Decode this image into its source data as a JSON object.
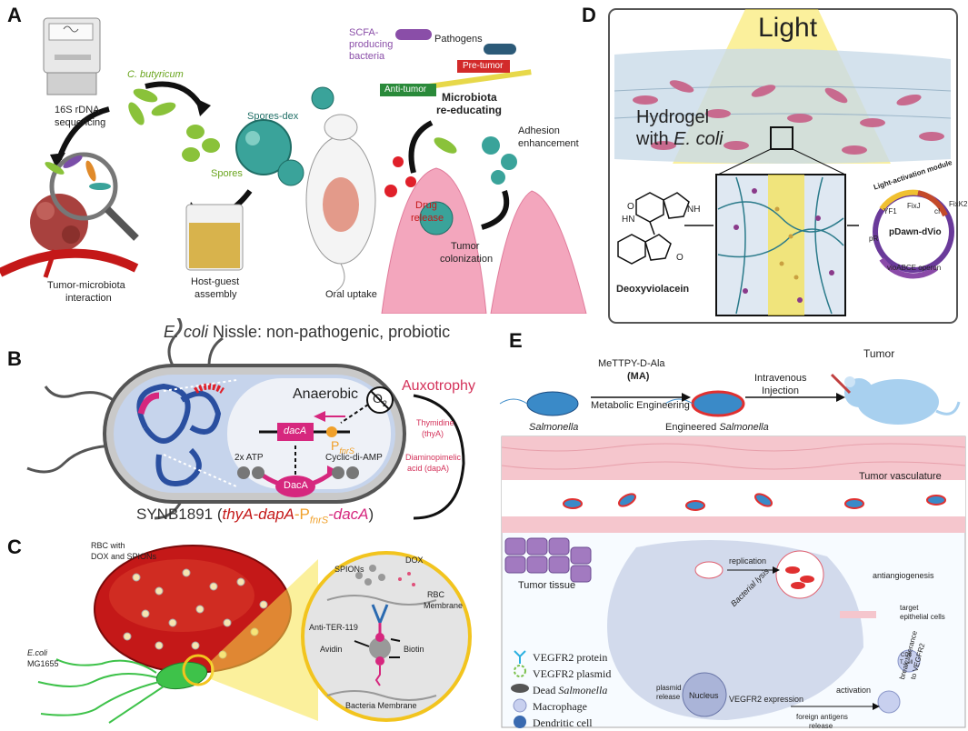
{
  "panels": {
    "A": {
      "label": "A",
      "texts": {
        "c_butyricum": "C. butyricum",
        "sequencing_1": "16S rDNA",
        "sequencing_2": "sequencing",
        "spores_dex": "Spores-dex",
        "spores": "Spores",
        "tumor_microbiota_1": "Tumor-microbiota",
        "tumor_microbiota_2": "interaction",
        "host_guest_1": "Host-guest",
        "host_guest_2": "assembly",
        "scfa_1": "SCFA-",
        "scfa_2": "producing",
        "scfa_3": "bacteria",
        "pathogens": "Pathogens",
        "pre_tumor": "Pre-tumor",
        "anti_tumor": "Anti-tumor",
        "microbiota_1": "Microbiota",
        "microbiota_2": "re-educating",
        "adhesion_1": "Adhesion",
        "adhesion_2": "enhancement",
        "drug_1": "Drug",
        "drug_2": "release",
        "tumor_col_1": "Tumor",
        "tumor_col_2": "colonization",
        "oral_uptake": "Oral uptake"
      }
    },
    "B": {
      "label": "B",
      "title_italic": "E. coli",
      "title_rest": " Nissle: non-pathogenic, probiotic",
      "anaerobic": "Anaerobic",
      "o2": "O",
      "o2_sub": "2",
      "auxotrophy": "Auxotrophy",
      "thymidine_1": "Thymidine",
      "thymidine_2": "(thyA)",
      "diamino_1": "Diaminopimelic",
      "diamino_2": "acid (dapA)",
      "daca_gene": "dacA",
      "promoter": "P",
      "promoter_sub": "fnrS",
      "atp": "2x ATP",
      "cyclic": "Cyclic-di-AMP",
      "daca_protein": "DacA",
      "strain_plain": "SYNB1891 (",
      "strain_part1": "thyA-dapA",
      "strain_part2": "-P",
      "strain_sub": "fnrS",
      "strain_part3": "-dacA",
      "strain_close": ")"
    },
    "C": {
      "label": "C",
      "rbc_1": "RBC with",
      "rbc_2": "DOX and SPIONs",
      "ecoli_1": "E.coli",
      "ecoli_2": "MG1655",
      "dox": "DOX",
      "spions": "SPIONs",
      "rbc_mem_1": "RBC",
      "rbc_mem_2": "Membrane",
      "anti_ter": "Anti-TER-119",
      "avidin": "Avidin",
      "biotin": "Biotin",
      "bact_mem": "Bacteria Membrane"
    },
    "D": {
      "label": "D",
      "light": "Light",
      "hydrogel_1": "Hydrogel",
      "hydrogel_2_plain": "with ",
      "hydrogel_2_italic": "E. coli",
      "deoxy": "Deoxyviolacein",
      "nh": "NH",
      "hn": "HN",
      "o_top": "O",
      "o_bottom": "O",
      "module": "Light-activation module",
      "fixj": "FixJ",
      "yf1": "YF1",
      "ci": "cI",
      "fixk2": "FixK2",
      "plasmid": "pDawn-dVio",
      "operon": "vioABCE operon",
      "pr": "pR"
    },
    "E": {
      "label": "E",
      "metab_1": "MeTTPY-D-Ala",
      "metab_2": "(MA)",
      "metab_3": "Metabolic Engineering",
      "iv_1": "Intravenous",
      "iv_2": "Injection",
      "tumor": "Tumor",
      "salmonella": "Salmonella",
      "engineered_plain": "Engineered ",
      "engineered_italic": "Salmonella",
      "vasculature": "Tumor vasculature",
      "tissue": "Tumor tissue",
      "replication": "replication",
      "lysis": "Bacterial lysis",
      "antiangio": "antiangiogenesis",
      "target_1": "target",
      "target_2": "epithelial cells",
      "cd8_1": "CD8",
      "cd8_2": "T cell",
      "break_1": "break tolerance",
      "break_2": "to VEGFR2",
      "legend_vegfr2_protein": "VEGFR2 protein",
      "legend_vegfr2_plasmid": "VEGFR2 plasmid",
      "legend_dead_plain": "Dead ",
      "legend_dead_italic": "Salmonella",
      "legend_macrophage": "Macrophage",
      "legend_dendritic": "Dendritic cell",
      "plasmid_release_1": "plasmid",
      "plasmid_release_2": "release",
      "nucleus": "Nucleus",
      "vegfr2_expr": "VEGFR2 expression",
      "activation": "activation",
      "foreign_1": "foreign antigens",
      "foreign_2": "release"
    }
  },
  "colors": {
    "green_bacteria": "#8ac23a",
    "teal_spore": "#3aa39a",
    "pink_tissue": "#f3a6bd",
    "magenta": "#d6277e",
    "red_blood": "#c41818",
    "yellow_light": "#f7e34a",
    "hydrogel_bact": "#c86a8e",
    "vessel_pink": "#f5c6cd",
    "tumor_purple": "#a27ac0",
    "auxotrophy_red": "#d4325a"
  }
}
